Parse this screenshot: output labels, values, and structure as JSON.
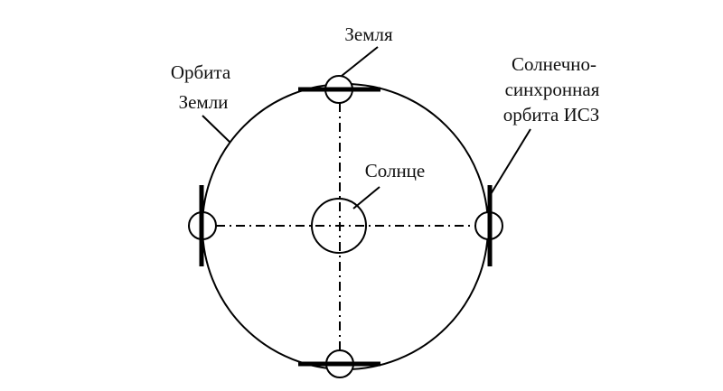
{
  "labels": {
    "earth": "Земля",
    "earth_orbit_line1": "Орбита",
    "earth_orbit_line2": "Земли",
    "sun": "Солнце",
    "sso_line1": "Солнечно-",
    "sso_line2": "синхронная",
    "sso_line3": "орбита ИСЗ"
  },
  "colors": {
    "stroke": "#000000",
    "background": "#ffffff"
  }
}
